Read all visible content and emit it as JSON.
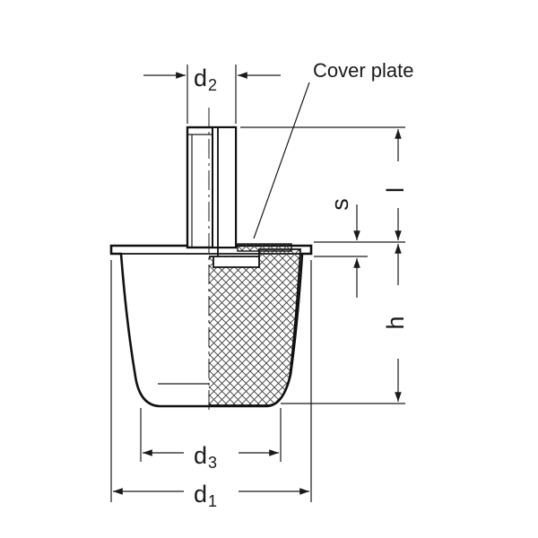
{
  "labels": {
    "d2": {
      "main": "d",
      "sub": "2"
    },
    "d3": {
      "main": "d",
      "sub": "3"
    },
    "d1": {
      "main": "d",
      "sub": "1"
    },
    "l": "l",
    "s": "s",
    "h": "h",
    "cover_plate": "Cover plate"
  },
  "colors": {
    "line": "#111111",
    "fill": "#ffffff",
    "hatch": "#333333"
  }
}
